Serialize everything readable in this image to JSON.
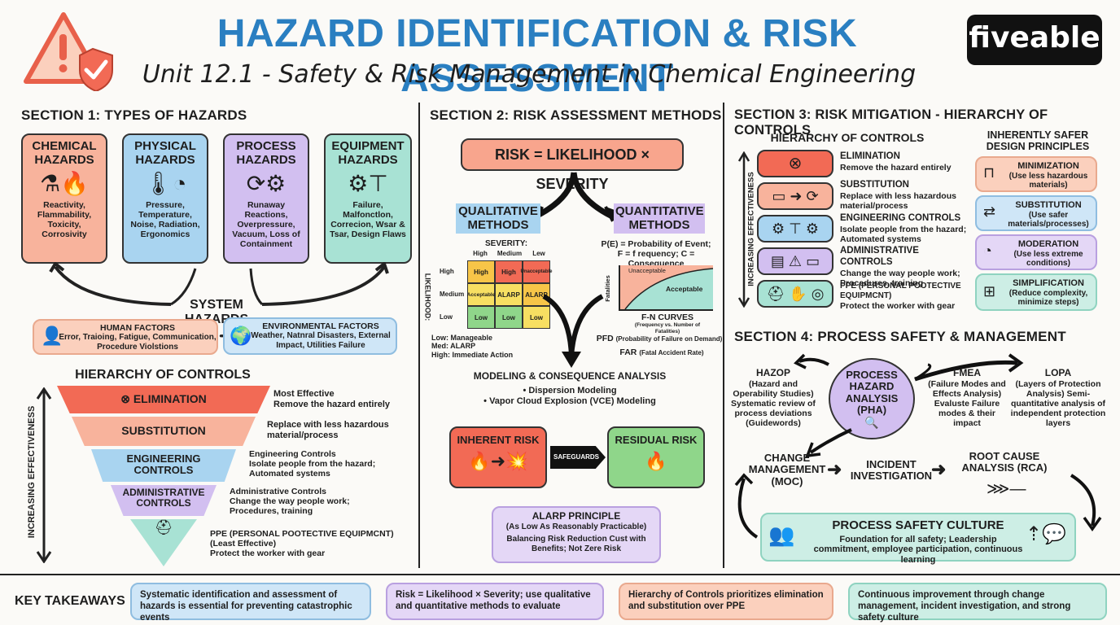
{
  "header": {
    "title": "HAZARD IDENTIFICATION & RISK ASSESSMENT",
    "subtitle": "Unit 12.1 - Safety & Risk Management in Chemical Engineering",
    "brand": "fiveable"
  },
  "colors": {
    "title_blue": "#2a7fc1",
    "red": "#f26a55",
    "orange": "#f8b39c",
    "blue": "#a9d4f0",
    "purple": "#d2bff0",
    "teal": "#a8e2d4",
    "green": "#8fd68a"
  },
  "section1": {
    "heading": "SECTION 1: TYPES OF HAZARDS",
    "cards": [
      {
        "title": "CHEMICAL HAZARDS",
        "desc": "Reactivity, Flammability, Toxicity, Corrosivity",
        "icon": "flask-fire-icon"
      },
      {
        "title": "PHYSICAL HAZARDS",
        "desc": "Pressure, Temperature, Noise, Radiation, Ergonomics",
        "icon": "thermometer-gauge-icon"
      },
      {
        "title": "PROCESS HAZARDS",
        "desc": "Runaway Reactions, Overpressure, Vacuum, Loss of Containment",
        "icon": "reactor-icon"
      },
      {
        "title": "EQUIPMENT HAZARDS",
        "desc": "Failure, Malfonctlon, Correcion, Wsar & Tsar, Design Flaws",
        "icon": "gear-pipe-icon"
      }
    ],
    "system_hazards": "SYSTEM HAZARDS",
    "human_factors": {
      "title": "HUMAN FACTORS",
      "desc": "Error, Traioing, Fatigue, Communication, Procedure Violstions"
    },
    "environmental_factors": {
      "title": "ENVIRONMENTAL FACTORS",
      "desc": "Weather, Natnral Disasters, External Impact, Utilities Failure"
    },
    "hierarchy_heading": "HIERARCHY OF CONTROLS",
    "side_label": "INCREASING EFFECTIVENESS",
    "pyramid": [
      {
        "label": "ELIMINATION",
        "note1": "Most Effective",
        "note2": "Remove the hazard entirely"
      },
      {
        "label": "SUBSTITUTION",
        "note1": "Replace with less hazardous",
        "note2": "material/process"
      },
      {
        "label": "ENGINEERING CONTROLS",
        "note1": "Engineering Controls",
        "note2": "Isolate people from the hazard; Automated systems"
      },
      {
        "label": "ADMINISTRATIVE CONTROLS",
        "note1": "Administrative Controls",
        "note2": "Change the way people work; Procedures, training"
      },
      {
        "label": "",
        "note1": "PPE (PERSONAL POOTECTIVE EQUIPMCNT) (Least Effective)",
        "note2": "Protect the worker with gear"
      }
    ]
  },
  "section2": {
    "heading": "SECTION 2: RISK ASSESSMENT METHODS",
    "formula": "RISK = LIKELIHOOD × SEVERITY",
    "qualitative": "QUALITATIVE METHODS",
    "quantitative": "QUANTITATIVE METHODS",
    "severity_label": "SEVERITY:",
    "severity_cols": [
      "High",
      "Medium",
      "Lew"
    ],
    "likelihood_label": "LIKELIHOOD:",
    "likelihood_rows": [
      "High",
      "Medium",
      "Low"
    ],
    "matrix": [
      [
        "High",
        "High",
        "Unacceptable"
      ],
      [
        "Acceptable",
        "ALARP",
        "ALARP"
      ],
      [
        "Low",
        "Low",
        "Low"
      ]
    ],
    "legend": [
      "Low: Manageable",
      "Med: ALARP",
      "High: Immediate Action"
    ],
    "quant_def1": "P(E) = Probability of Event;",
    "quant_def2": "F = f requency; C = Consequence",
    "fn_unacceptable": "Unacceptable",
    "fn_acceptable": "Acceptable",
    "fn_yaxis": "Fatalities",
    "fn_title": "F-N CURVES",
    "fn_sub": "(Frequency vs. Number of Fatalities)",
    "pfd": "PFD",
    "pfd_desc": "(Probability of Failure on Demand)",
    "far": "FAR",
    "far_desc": "(Fatal Accident Rate)",
    "modeling_title": "MODELING & CONSEQUENCE ANALYSIS",
    "modeling_items": [
      "• Dispersion Modeling",
      "• Vapor Cloud Explosion (VCE) Modeling"
    ],
    "inherent": "INHERENT RISK",
    "safeguards": "SAFEGUARDS",
    "residual": "RESIDUAL RISK",
    "alarp_title": "ALARP PRINCIPLE",
    "alarp_sub": "(As Low As Reasonably Practicable)",
    "alarp_desc": "Balancing Risk Reduction Cust with Benefits; Not Zere Risk"
  },
  "section3": {
    "heading": "SECTION 3: RISK MITIGATION - HIERARCHY OF CONTROLS",
    "hierarchy_title": "HIERARCHY OF CONTROLS",
    "side_label": "INCREASING EFFECTIVENESS",
    "controls": [
      {
        "title": "ELIMINATION",
        "desc": "Remove the hazard entirely"
      },
      {
        "title": "SUBSTITUTION",
        "desc": "Replace with less hazardous material/process"
      },
      {
        "title": "ENGINEERING CONTROLS",
        "desc": "Isolate people from the hazard; Automated systems"
      },
      {
        "title": "ADMINISTRATIVE CONTROLS",
        "desc": "Change the way people work; Procedures, training"
      },
      {
        "title": "PPE (PERSONAL POOTECTIVE EQUIPMCNT)",
        "desc": "Protect the worker with gear"
      }
    ],
    "isd_title": "INHERENTLY SAFER DESIGN PRINCIPLES",
    "isd": [
      {
        "title": "MINIMIZATION",
        "desc": "(Use less hazardous materials)"
      },
      {
        "title": "SUBSTITUTION",
        "desc": "(Use safer materials/processes)"
      },
      {
        "title": "MODERATION",
        "desc": "(Use less extreme conditions)"
      },
      {
        "title": "SIMPLIFICATION",
        "desc": "(Reduce complexity, minimize steps)"
      }
    ]
  },
  "section4": {
    "heading": "SECTION 4: PROCESS SAFETY & MANAGEMENT",
    "pha": "PROCESS HAZARD ANALYSIS (PHA)",
    "hazop_title": "HAZOP",
    "hazop_desc": "(Hazard and Operability Studies) Systematic review of process deviations (Guidewords)",
    "fmea_title": "FMEA",
    "fmea_desc": "(Failure Modes and Effects Analysis) Evaluste Failure modes & their impact",
    "lopa_title": "LOPA",
    "lopa_desc": "(Layers of Protection Analysis) Semi-quantitative analysis of independent protection layers",
    "moc": "CHANGE MANAGEMENT (MOC)",
    "incident": "INCIDENT INVESTIGATION",
    "rca": "ROOT CAUSE ANALYSIS (RCA)",
    "culture_title": "PROCESS SAFETY CULTURE",
    "culture_desc": "Foundation for all safety; Leadership commitment, employee participation, continuous learning"
  },
  "takeaways": {
    "heading": "KEY TAKEAWAYS",
    "items": [
      "Systematic identification and assessment of hazards is essential for preventing catastrophic events",
      "Risk = Likelihood × Severity; use qualitative and quantitative methods to evaluate",
      "Hierarchy of Controls prioritizes elimination and substitution over PPE",
      "Continuous improvement through change management, incident investigation, and strong safety culture"
    ]
  }
}
